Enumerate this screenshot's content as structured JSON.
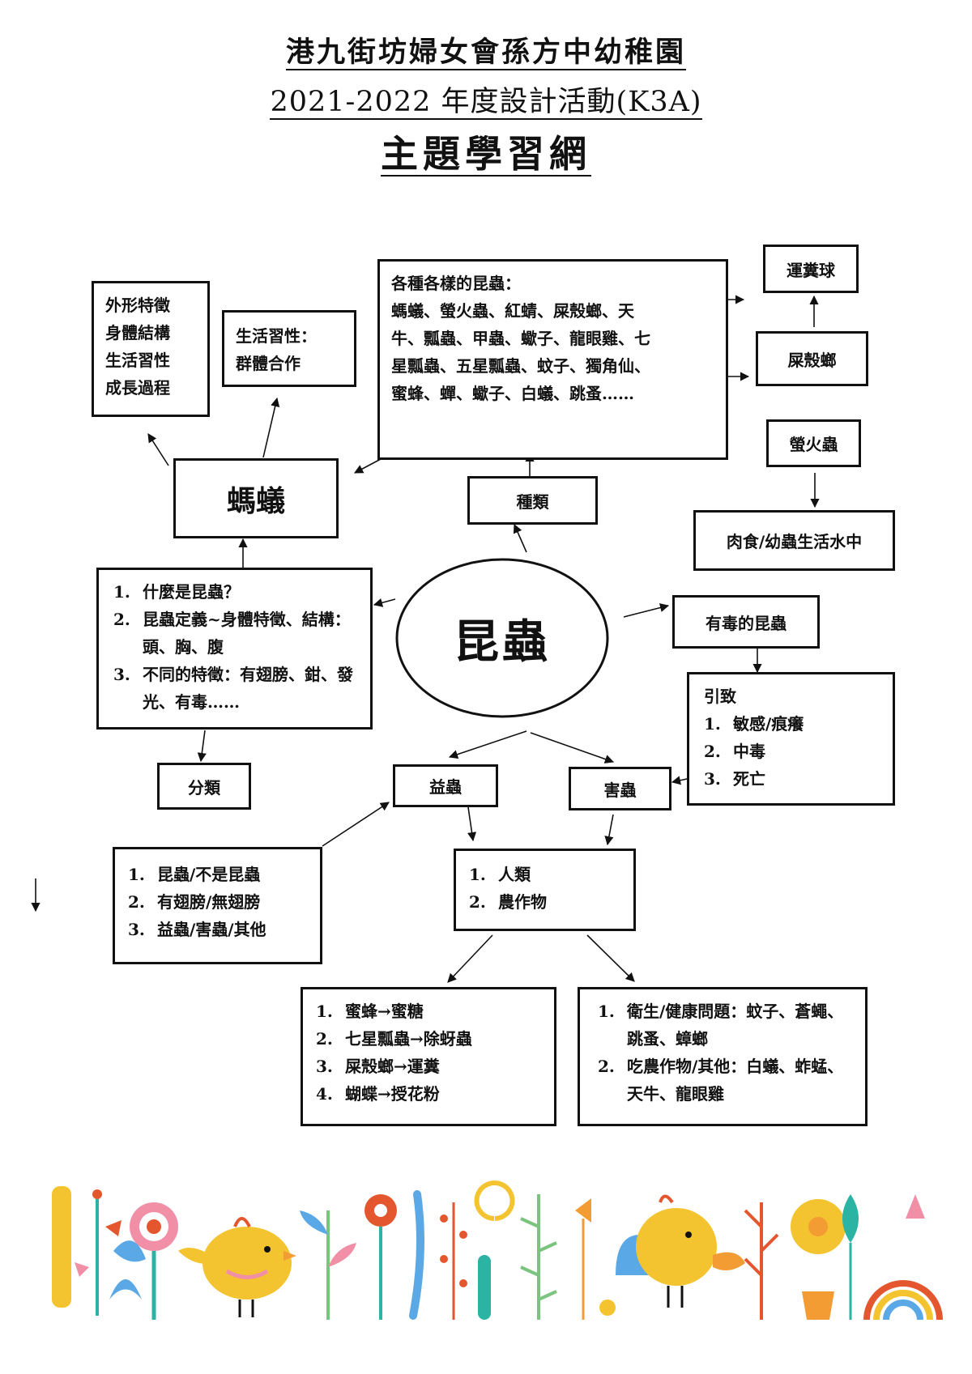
{
  "header": {
    "school": "港九街坊婦女會孫方中幼稚園",
    "program": "2021-2022 年度設計活動(K3A)",
    "title": "主題學習網"
  },
  "center": {
    "label": "昆蟲"
  },
  "types": {
    "label": "種類",
    "list_heading": "各種各樣的昆蟲：",
    "list_lines": [
      "螞蟻、螢火蟲、紅蜻、屎殼螂、天",
      "牛、瓢蟲、甲蟲、蠍子、龍眼雞、七",
      "星瓢蟲、五星瓢蟲、蚊子、獨角仙、",
      "蜜蜂、蟬、蠍子、白蟻、跳蚤……"
    ]
  },
  "dung_beetle": {
    "label": "屎殼螂",
    "child": "運糞球"
  },
  "firefly": {
    "label": "螢火蟲",
    "child": "肉食/幼蟲生活水中"
  },
  "ant": {
    "label": "螞蟻",
    "traits": [
      "外形特徵",
      "身體結構",
      "生活習性",
      "成長過程"
    ],
    "habits_lines": [
      "生活習性：",
      "群體合作"
    ]
  },
  "definition": {
    "items": [
      {
        "num": "1.",
        "text": "什麼是昆蟲？"
      },
      {
        "num": "2.",
        "text": "昆蟲定義~身體特徵、結構：頭、胸、腹"
      },
      {
        "num": "3.",
        "text": "不同的特徵：有翅膀、鉗、發光、有毒……"
      }
    ]
  },
  "classification": {
    "label": "分類",
    "items": [
      {
        "num": "1.",
        "text": "昆蟲/不是昆蟲"
      },
      {
        "num": "2.",
        "text": "有翅膀/無翅膀"
      },
      {
        "num": "3.",
        "text": "益蟲/害蟲/其他"
      }
    ]
  },
  "poisonous": {
    "label": "有毒的昆蟲",
    "effects_heading": "引致",
    "effects": [
      {
        "num": "1.",
        "text": "敏感/痕癢"
      },
      {
        "num": "2.",
        "text": "中毒"
      },
      {
        "num": "3.",
        "text": "死亡"
      }
    ]
  },
  "beneficial": {
    "label": "益蟲"
  },
  "harmful": {
    "label": "害蟲"
  },
  "impact": {
    "items": [
      {
        "num": "1.",
        "text": "人類"
      },
      {
        "num": "2.",
        "text": "農作物"
      }
    ]
  },
  "beneficial_examples": {
    "items": [
      {
        "num": "1.",
        "text": "蜜蜂→蜜糖"
      },
      {
        "num": "2.",
        "text": "七星瓢蟲→除蚜蟲"
      },
      {
        "num": "3.",
        "text": "屎殼螂→運糞"
      },
      {
        "num": "4.",
        "text": "蝴蝶→授花粉"
      }
    ]
  },
  "harmful_examples": {
    "items": [
      {
        "num": "1.",
        "text": "衛生/健康問題：蚊子、蒼蠅、跳蚤、蟑螂"
      },
      {
        "num": "2.",
        "text": "吃農作物/其他：白蟻、蚱蜢、天牛、龍眼雞"
      }
    ]
  },
  "colors": {
    "ink": "#111111",
    "decor_yellow": "#f4c430",
    "decor_pink": "#f08fa6",
    "decor_red": "#e4572e",
    "decor_teal": "#2bb3a3",
    "decor_blue": "#5aa9e6",
    "decor_green": "#7bc47f",
    "decor_orange": "#f39c34"
  }
}
